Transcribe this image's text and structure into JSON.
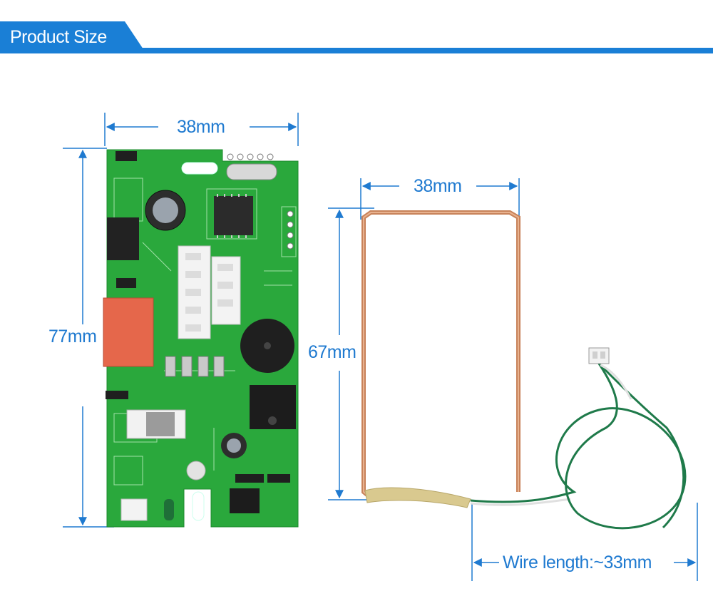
{
  "header": {
    "title": "Product Size",
    "accent_color": "#1a7fd6"
  },
  "board": {
    "width_label": "38mm",
    "height_label": "77mm"
  },
  "antenna": {
    "width_label": "38mm",
    "height_label": "67mm",
    "wire_label": "Wire length:~33mm"
  },
  "colors": {
    "dimension": "#1f7ad0",
    "pcb": "#2aa83c",
    "coil": "#c8825a",
    "wire": "#1f7a4a"
  }
}
